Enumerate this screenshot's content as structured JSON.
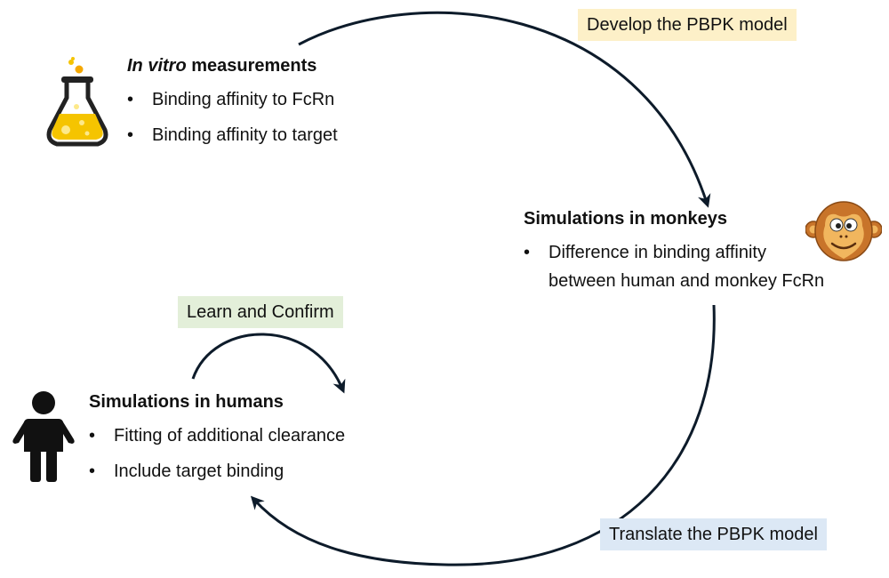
{
  "labels": {
    "develop": "Develop the PBPK model",
    "translate": "Translate the PBPK model",
    "learn": "Learn and Confirm"
  },
  "colors": {
    "develop_bg": "#fdf0c8",
    "translate_bg": "#dce8f5",
    "learn_bg": "#e3efd9",
    "cycle_stroke": "#0d1b2a",
    "flask_liquid": "#f5c400",
    "monkey_fur": "#c8742a",
    "monkey_face": "#f1b65e",
    "human_fill": "#111111"
  },
  "in_vitro": {
    "title_italic": "In vitro",
    "title_rest": " measurements",
    "bullets": [
      "Binding affinity to FcRn",
      "Binding affinity to target"
    ]
  },
  "monkeys": {
    "title": "Simulations in monkeys",
    "bullet_line1": "Difference in binding affinity",
    "bullet_line2": "between human and monkey FcRn"
  },
  "humans": {
    "title": "Simulations in humans",
    "bullets": [
      "Fitting of additional clearance",
      "Include target binding"
    ]
  },
  "icons": {
    "flask": "flask-icon",
    "monkey": "monkey-face-icon",
    "human": "person-icon"
  }
}
